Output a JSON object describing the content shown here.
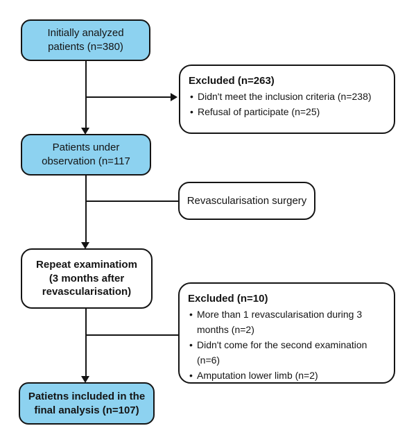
{
  "colors": {
    "node_fill": "#8dd2f0",
    "line": "#141414",
    "background": "#ffffff"
  },
  "flow": {
    "initial": {
      "text": "Initially analyzed\npatients (n=380)"
    },
    "excluded1": {
      "title": "Excluded (n=263)",
      "items": [
        "Didn't meet the inclusion criteria (n=238)",
        "Refusal of participate (n=25)"
      ]
    },
    "observation": {
      "text": "Patients under\nobservation (n=117"
    },
    "surgery": {
      "text": "Revascularisation surgery"
    },
    "repeat_exam": {
      "text": "Repeat examinatiom\n(3 months after\nrevascularisation)"
    },
    "excluded2": {
      "title": "Excluded (n=10)",
      "items": [
        "More than 1 revascularisation during 3 months (n=2)",
        "Didn't come for the second examination (n=6)",
        "Amputation lower limb (n=2)"
      ]
    },
    "final": {
      "text": "Patietns included in the\nfinal analysis (n=107)"
    }
  }
}
